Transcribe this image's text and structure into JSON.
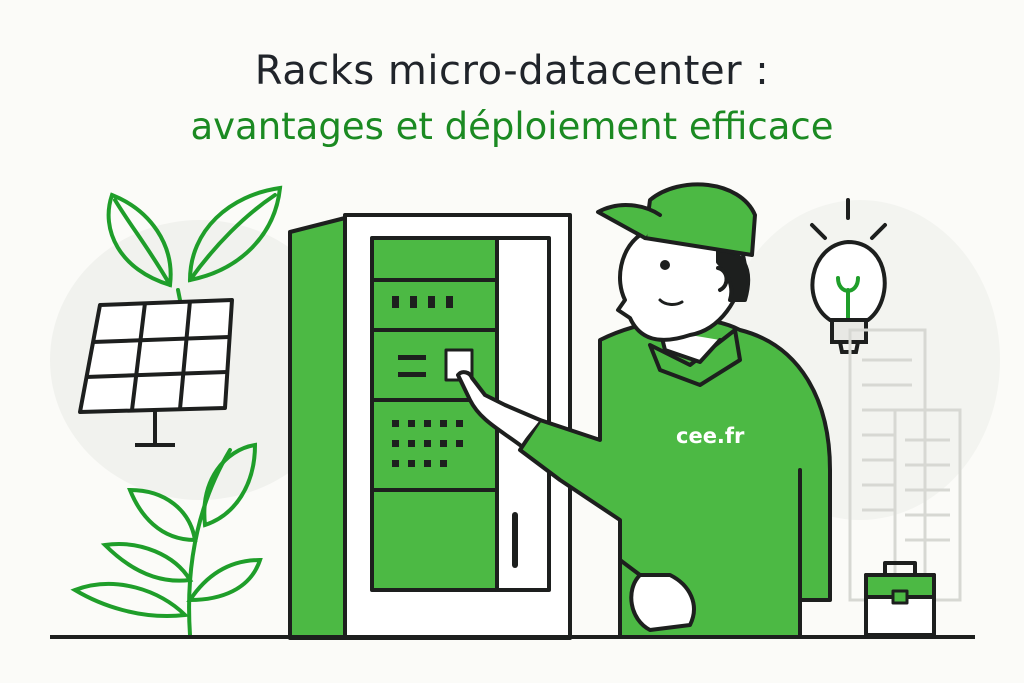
{
  "title": {
    "line1": "Racks micro-datacenter :",
    "line2": "avantages et déploiement efficace"
  },
  "illustration": {
    "shirt_logo": "cee.fr",
    "icons": [
      "leaf-icon",
      "solar-panel-icon",
      "plant-icon",
      "server-rack-icon",
      "technician-icon",
      "lightbulb-icon",
      "building-icon",
      "toolbox-icon"
    ]
  },
  "colors": {
    "green": "#4cb944",
    "dark_green": "#1b8a22",
    "outline": "#1d1f1e",
    "background": "#fbfbf8"
  }
}
